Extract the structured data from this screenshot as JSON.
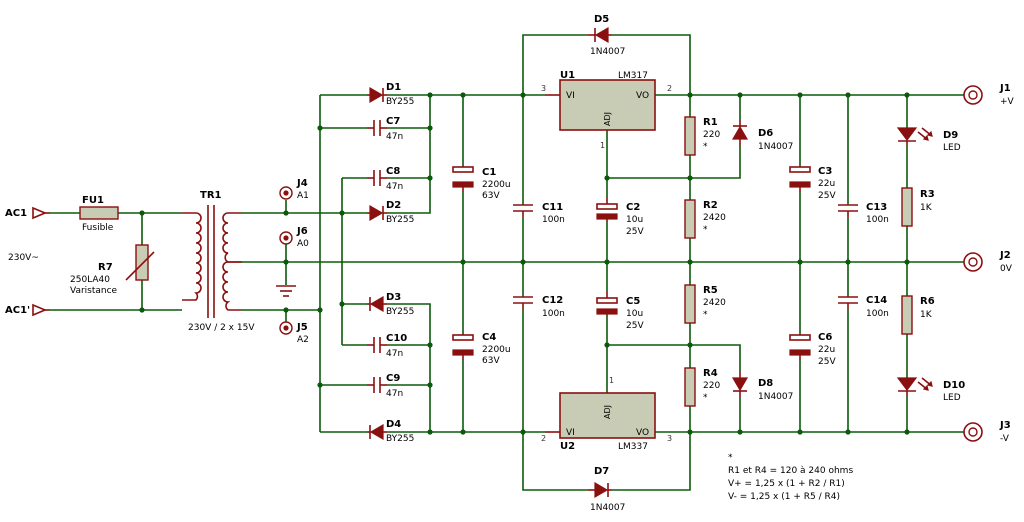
{
  "nodes": {
    "ac1": {
      "ref": "AC1"
    },
    "ac1p": {
      "ref": "AC1'"
    },
    "mains": {
      "value": "230V~"
    },
    "fu1": {
      "ref": "FU1",
      "value": "Fusible"
    },
    "r7": {
      "ref": "R7",
      "value": "250LA40",
      "value2": "Varistance"
    },
    "tr1": {
      "ref": "TR1",
      "value": "230V / 2 x 15V"
    },
    "j4": {
      "ref": "J4",
      "value": "A1"
    },
    "j6": {
      "ref": "J6",
      "value": "A0"
    },
    "j5": {
      "ref": "J5",
      "value": "A2"
    },
    "d1": {
      "ref": "D1",
      "value": "BY255"
    },
    "d2": {
      "ref": "D2",
      "value": "BY255"
    },
    "d3": {
      "ref": "D3",
      "value": "BY255"
    },
    "d4": {
      "ref": "D4",
      "value": "BY255"
    },
    "c7": {
      "ref": "C7",
      "value": "47n"
    },
    "c8": {
      "ref": "C8",
      "value": "47n"
    },
    "c9": {
      "ref": "C9",
      "value": "47n"
    },
    "c10": {
      "ref": "C10",
      "value": "47n"
    },
    "c1": {
      "ref": "C1",
      "value": "2200u",
      "value2": "63V"
    },
    "c4": {
      "ref": "C4",
      "value": "2200u",
      "value2": "63V"
    },
    "c11": {
      "ref": "C11",
      "value": "100n"
    },
    "c12": {
      "ref": "C12",
      "value": "100n"
    },
    "u1": {
      "ref": "U1",
      "value": "LM317",
      "pin_vi": "VI",
      "pin_vo": "VO",
      "pin_adj": "ADJ",
      "p_in": "3",
      "p_out": "2",
      "p_adj": "1"
    },
    "u2": {
      "ref": "U2",
      "value": "LM337",
      "pin_vi": "VI",
      "pin_vo": "VO",
      "pin_adj": "ADJ",
      "p_in": "2",
      "p_out": "3",
      "p_adj": "1"
    },
    "d5": {
      "ref": "D5",
      "value": "1N4007"
    },
    "d7": {
      "ref": "D7",
      "value": "1N4007"
    },
    "c2": {
      "ref": "C2",
      "value": "10u",
      "value2": "25V"
    },
    "c5": {
      "ref": "C5",
      "value": "10u",
      "value2": "25V"
    },
    "r1": {
      "ref": "R1",
      "value": "220",
      "value2": "*"
    },
    "r2": {
      "ref": "R2",
      "value": "2420",
      "value2": "*"
    },
    "r5": {
      "ref": "R5",
      "value": "2420",
      "value2": "*"
    },
    "r4": {
      "ref": "R4",
      "value": "220",
      "value2": "*"
    },
    "d6": {
      "ref": "D6",
      "value": "1N4007"
    },
    "d8": {
      "ref": "D8",
      "value": "1N4007"
    },
    "c3": {
      "ref": "C3",
      "value": "22u",
      "value2": "25V"
    },
    "c6": {
      "ref": "C6",
      "value": "22u",
      "value2": "25V"
    },
    "c13": {
      "ref": "C13",
      "value": "100n"
    },
    "c14": {
      "ref": "C14",
      "value": "100n"
    },
    "d9": {
      "ref": "D9",
      "value": "LED"
    },
    "d10": {
      "ref": "D10",
      "value": "LED"
    },
    "r3": {
      "ref": "R3",
      "value": "1K"
    },
    "r6": {
      "ref": "R6",
      "value": "1K"
    },
    "j1": {
      "ref": "J1",
      "value": "+V"
    },
    "j2": {
      "ref": "J2",
      "value": "0V"
    },
    "j3": {
      "ref": "J3",
      "value": "-V"
    }
  },
  "notes": [
    "*",
    "R1 et R4 = 120 à 240 ohms",
    "V+ = 1,25 x (1 + R2 / R1)",
    "V- = 1,25 x (1 + R5 / R4)"
  ],
  "colors": {
    "wire": "#0b5a0b",
    "component": "#8a1010",
    "body": "#c9ccb5",
    "background": "#ffffff"
  }
}
